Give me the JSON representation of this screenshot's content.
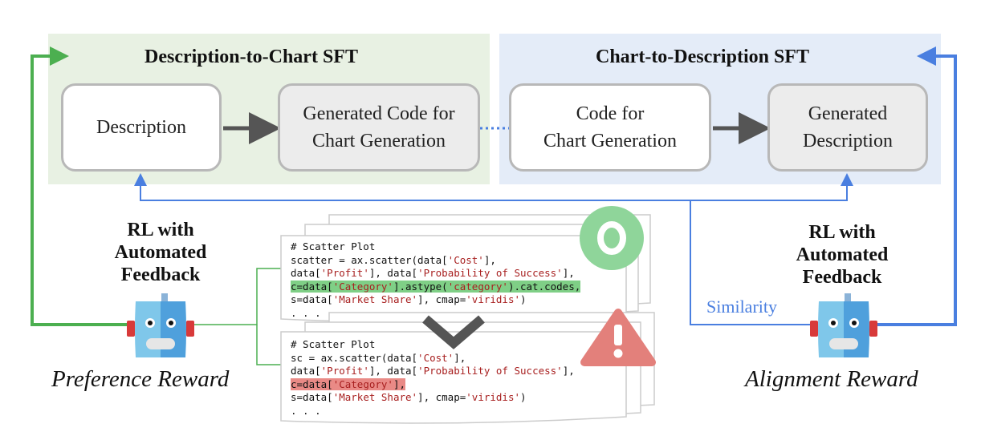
{
  "left_panel": {
    "title": "Description-to-Chart SFT",
    "box1": "Description",
    "box2_line1": "Generated Code for",
    "box2_line2": "Chart Generation"
  },
  "right_panel": {
    "title": "Chart-to-Description SFT",
    "box1_line1": "Code for",
    "box1_line2": "Chart Generation",
    "box2_line1": "Generated",
    "box2_line2": "Description"
  },
  "left_feedback": {
    "line1": "RL with",
    "line2": "Automated",
    "line3": "Feedback",
    "reward": "Preference Reward"
  },
  "right_feedback": {
    "line1": "RL with",
    "line2": "Automated",
    "line3": "Feedback",
    "reward": "Alignment Reward",
    "similarity": "Similarity"
  },
  "code_good": {
    "l1": "# Scatter Plot",
    "l2a": "scatter = ax.scatter(data[",
    "l2b": "'Cost'",
    "l2c": "],",
    "l3a": "data[",
    "l3b": "'Profit'",
    "l3c": "], data[",
    "l3d": "'Probability of Success'",
    "l3e": "],",
    "l4a": "c=data[",
    "l4b": "'Category'",
    "l4c": "].astype(",
    "l4d": "'category'",
    "l4e": ").cat.codes,",
    "l5a": "s=data[",
    "l5b": "'Market Share'",
    "l5c": "], cmap=",
    "l5d": "'viridis'",
    "l5e": ")",
    "l6": ". . ."
  },
  "code_bad": {
    "l1": "# Scatter Plot",
    "l2a": "sc = ax.scatter(data[",
    "l2b": "'Cost'",
    "l2c": "],",
    "l3a": "data[",
    "l3b": "'Profit'",
    "l3c": "], data[",
    "l3d": "'Probability of Success'",
    "l3e": "],",
    "l4a": "c=data[",
    "l4b": "'Category'",
    "l4c": "],",
    "l5a": "s=data[",
    "l5b": "'Market Share'",
    "l5c": "], cmap=",
    "l5d": "'viridis'",
    "l5e": ")",
    "l6": ". . ."
  },
  "badges": {
    "good_symbol": "O",
    "bad_symbol": "!"
  },
  "colors": {
    "green_arrow": "#4caf50",
    "blue_arrow": "#4a7fe0",
    "green_panel": "#e8f1e3",
    "blue_panel": "#e4ecf8"
  },
  "icons": [
    "robot-icon",
    "check-circle-icon",
    "warning-triangle-icon",
    "chevron-down-icon"
  ]
}
